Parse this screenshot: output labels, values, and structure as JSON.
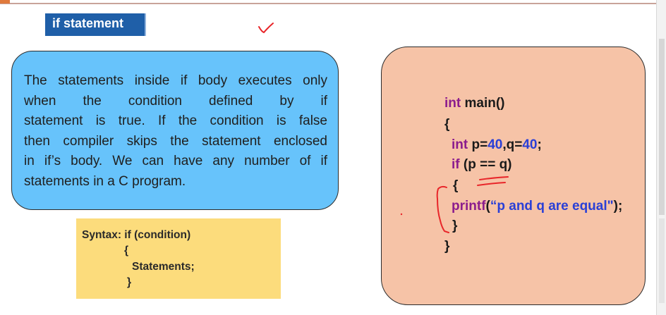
{
  "badge": {
    "label": "if statement"
  },
  "description": {
    "lines": [
      [
        "The statements inside if body executes only"
      ],
      [
        "when",
        "the",
        "condition",
        "defined",
        "by",
        "if"
      ],
      [
        "statement is true. If the condition is false"
      ],
      [
        "then compiler skips the statement enclosed"
      ],
      [
        "in if’s body. We can have any number of if"
      ],
      [
        "statements in a C program."
      ]
    ]
  },
  "syntax": {
    "line1": "Syntax: if (condition)",
    "line2": "{",
    "line3": "Statements;",
    "line4": "}"
  },
  "code": {
    "l1_kw": "int",
    "l1_rest": " main()",
    "l2": "{",
    "l3_kw": "int",
    "l3_a": " p=",
    "l3_n1": "40",
    "l3_b": ",q=",
    "l3_n2": "40",
    "l3_c": ";",
    "l4_kw": "if",
    "l4_rest": " (p == q)",
    "l5": "{",
    "l6_kw": "printf",
    "l6_a": "(",
    "l6_str": "“p and q are equal\"",
    "l6_b": ");",
    "l7": "}",
    "l8": "}"
  },
  "colors": {
    "badge": "#1f5fa8",
    "description_box": "#67c3fb",
    "syntax_box": "#fcdc7c",
    "code_box": "#f6c3a7",
    "keyword": "#8b1c8d",
    "literal": "#2a3fd6",
    "annotation": "#e8262a"
  },
  "icons": [
    "checkmark-annotation-icon",
    "underline-annotation-icon",
    "bracket-annotation-icon"
  ]
}
